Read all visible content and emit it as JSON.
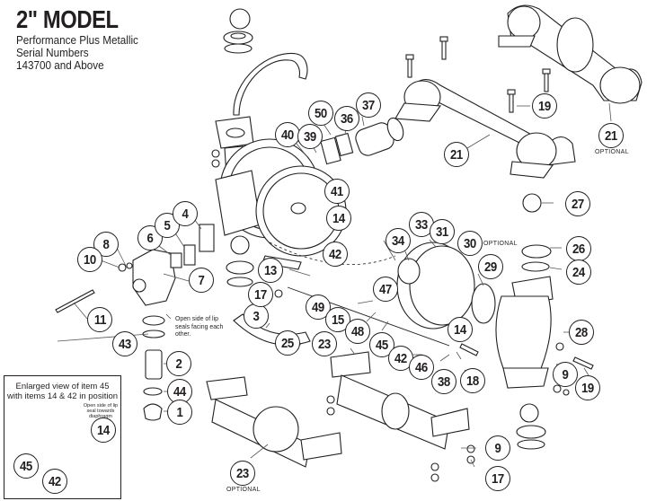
{
  "header": {
    "title": "2\" MODEL",
    "subtitle_lines": [
      "Performance Plus Metallic",
      "Serial Numbers",
      "143700 and Above"
    ]
  },
  "callouts": {
    "c1": "1",
    "c2": "2",
    "c3": "3",
    "c4": "4",
    "c5": "5",
    "c6": "6",
    "c7": "7",
    "c8": "8",
    "c9a": "9",
    "c9b": "9",
    "c10": "10",
    "c11": "11",
    "c13": "13",
    "c14a": "14",
    "c14b": "14",
    "c15": "15",
    "c17a": "17",
    "c17b": "17",
    "c18": "18",
    "c19a": "19",
    "c19b": "19",
    "c21a": "21",
    "c21b": "21",
    "c23a": "23",
    "c23b": "23",
    "c24": "24",
    "c25": "25",
    "c26": "26",
    "c27": "27",
    "c28": "28",
    "c29": "29",
    "c30": "30",
    "c31": "31",
    "c33": "33",
    "c34": "34",
    "c36": "36",
    "c37": "37",
    "c38": "38",
    "c39": "39",
    "c40": "40",
    "c41": "41",
    "c42a": "42",
    "c42b": "42",
    "c43": "43",
    "c44": "44",
    "c45": "45",
    "c46": "46",
    "c47": "47",
    "c48": "48",
    "c49": "49",
    "c50": "50"
  },
  "optional_labels": {
    "item21": "OPTIONAL",
    "item30": "OPTIONAL",
    "item23": "OPTIONAL"
  },
  "notes": {
    "lip_seals": "Open side of lip seals facing each other."
  },
  "inset": {
    "title_line1": "Enlarged view of item 45",
    "title_line2": "with items 14 & 42 in position",
    "note": "Open side of lip seal towards diaphragm",
    "callouts": {
      "c14": "14",
      "c45": "45",
      "c42": "42"
    }
  }
}
